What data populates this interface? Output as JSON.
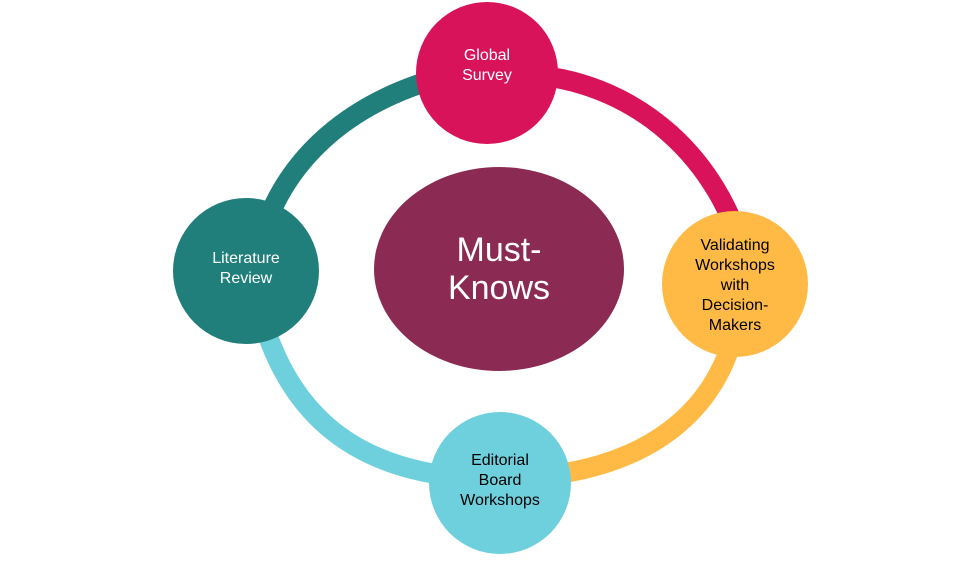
{
  "center": {
    "label": "Must-\nKnows",
    "color": "#8B2A52",
    "text_color": "#FFFFFF"
  },
  "nodes": {
    "global_survey": {
      "label": "Global\nSurvey",
      "color": "#D8135A",
      "text_color": "#FFFFFF"
    },
    "validating_workshops": {
      "label": "Validating\nWorkshops\nwith\nDecision-\nMakers",
      "color": "#FFBA45",
      "text_color": "#000000"
    },
    "editorial_board": {
      "label": "Editorial\nBoard\nWorkshops",
      "color": "#6FD0DD",
      "text_color": "#000000"
    },
    "literature_review": {
      "label": "Literature\nReview",
      "color": "#217F7B",
      "text_color": "#FFFFFF"
    }
  },
  "ring_colors": {
    "top_right": "#D8135A",
    "bottom_right": "#FFBA45",
    "bottom_left": "#6FD0DD",
    "top_left": "#217F7B"
  }
}
